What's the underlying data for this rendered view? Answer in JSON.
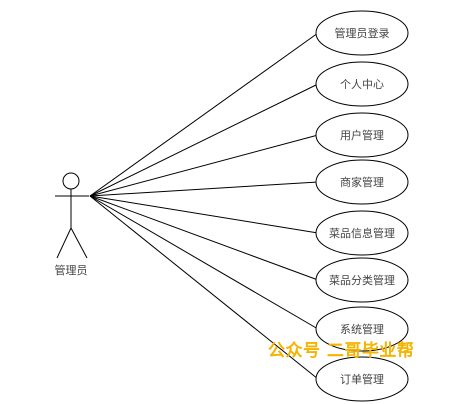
{
  "actor": {
    "label": "管理员"
  },
  "use_cases": [
    {
      "label": "管理员登录"
    },
    {
      "label": "个人中心"
    },
    {
      "label": "用户管理"
    },
    {
      "label": "商家管理"
    },
    {
      "label": "菜品信息管理"
    },
    {
      "label": "菜品分类管理"
    },
    {
      "label": "系统管理"
    },
    {
      "label": "订单管理"
    }
  ],
  "watermark": "公众号 二哥毕业帮"
}
